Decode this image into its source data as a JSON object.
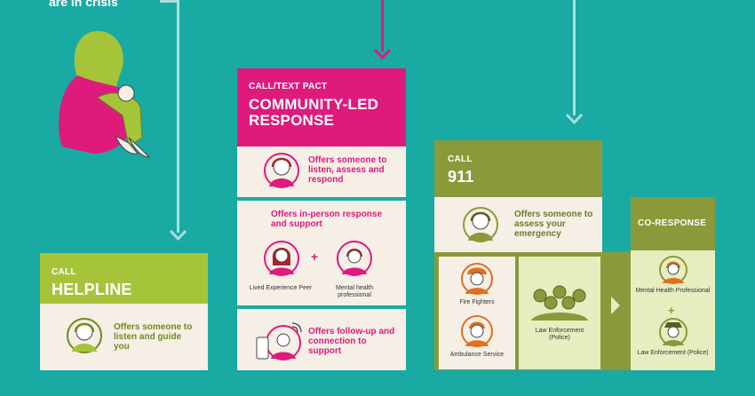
{
  "top_text": "are in crisis",
  "helpline": {
    "call": "CALL",
    "title": "HELPLINE",
    "desc": "Offers someone to listen and guide you"
  },
  "community": {
    "call": "CALL/TEXT PACT",
    "title_line1": "COMMUNITY-LED",
    "title_line2": "RESPONSE",
    "box1_desc": "Offers someone to listen, assess and respond",
    "box2_desc": "Offers in-person response and support",
    "person1": "Lived Experience Peer",
    "plus": "+",
    "person2": "Mental health professional",
    "box3_desc": "Offers follow-up and connection to support"
  },
  "n911": {
    "call": "CALL",
    "title": "911",
    "desc": "Offers someone to assess your emergency",
    "fire": "Fire Fighters",
    "ambulance": "Ambulance Service",
    "police": "Law Enforcement (Police)"
  },
  "coresponse": {
    "title": "CO-RESPONSE",
    "mh": "Mental Health Professional",
    "plus": "+",
    "police": "Law Enforcement (Police)"
  },
  "colors": {
    "teal": "#19aaa3",
    "pink": "#df1a7d",
    "lime": "#a6c43a",
    "olive": "#8a9a3a",
    "cream": "#f5efe6",
    "line": "#a8e0dc"
  }
}
